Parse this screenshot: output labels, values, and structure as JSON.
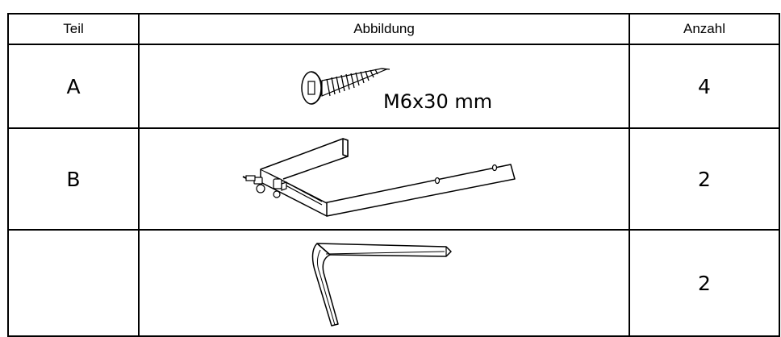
{
  "table": {
    "headers": {
      "part": "Teil",
      "illustration": "Abbildung",
      "quantity": "Anzahl"
    },
    "rows": [
      {
        "part": "A",
        "label": "M6x30 mm",
        "quantity": "4",
        "icon": "screw-icon"
      },
      {
        "part": "B",
        "quantity": "2",
        "icon": "u-bracket-icon"
      },
      {
        "part": "",
        "quantity": "2",
        "icon": "hex-key-icon"
      }
    ]
  }
}
